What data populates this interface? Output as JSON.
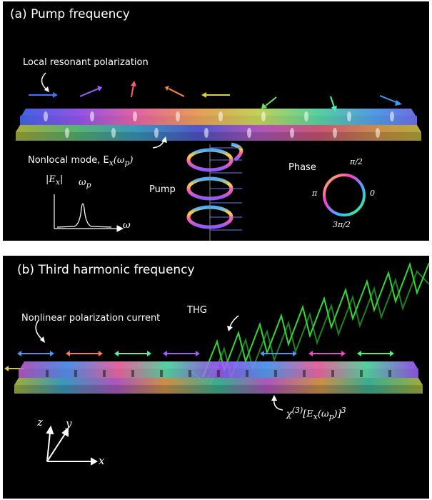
{
  "panel_a": {
    "title": "(a) Pump frequency",
    "local_label": "Local resonant polarization",
    "nonlocal_label": "Nonlocal mode, E",
    "nonlocal_sub": "x",
    "nonlocal_arg": "(ω",
    "nonlocal_arg_sub": "p",
    "nonlocal_close": ")",
    "inset_ylabel": "|E",
    "inset_ylabel_sub": "x",
    "inset_ylabel_close": "|",
    "inset_peak_label": "ω",
    "inset_peak_sub": "p",
    "inset_xlabel": "ω",
    "pump_label": "Pump",
    "phase_label": "Phase",
    "phase_top": "π/2",
    "phase_left": "π",
    "phase_right": "0",
    "phase_bottom": "3π/2"
  },
  "panel_b": {
    "title": "(b) Third harmonic frequency",
    "thg_label": "THG",
    "current_label": "Nonlinear polarization current",
    "chi_label": "χ",
    "chi_sup": "(3)",
    "chi_rest": "[E",
    "chi_sub": "x",
    "chi_arg": "(ω",
    "chi_arg_sub": "p",
    "chi_close": ")]",
    "chi_pow": "3",
    "axis_z": "z",
    "axis_y": "y",
    "axis_x": "x"
  },
  "colors": {
    "background": "#000000",
    "thg_green": "#3bff3b",
    "spectrum": [
      "#3a7bff",
      "#8a4bff",
      "#ff3b8a",
      "#ff8a3b",
      "#d8ff3b",
      "#3bffb0"
    ]
  }
}
